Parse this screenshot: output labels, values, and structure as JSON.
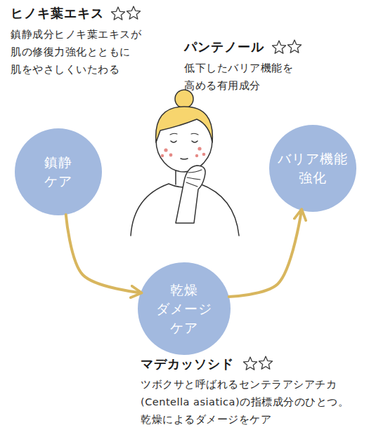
{
  "diagram": {
    "nodes": [
      {
        "text": [
          "鎮静 ケア"
        ]
      },
      {
        "text": [
          "バリア機能 強化"
        ]
      },
      {
        "text": [
          "乾燥 ダメージ ケア"
        ]
      }
    ],
    "edges": [
      {
        "from": 0,
        "to": 2,
        "arrow": "to"
      },
      {
        "from": 2,
        "to": 1,
        "arrow": "to"
      }
    ],
    "labels": [
      "ヒノキ葉エキス",
      "鎮静成分ヒノキ葉エキスが 肌の修復力強化とともに 肌をやさしくいたわる",
      "パンテノール",
      "低下したバリア機能を 高める有用成分",
      "マデカッソシド",
      "ツボクサと呼ばれるセンテラアシアチカ (Centella asiatica)の指標成分のひとつ。 乾燥によるダメージをケア"
    ]
  }
}
